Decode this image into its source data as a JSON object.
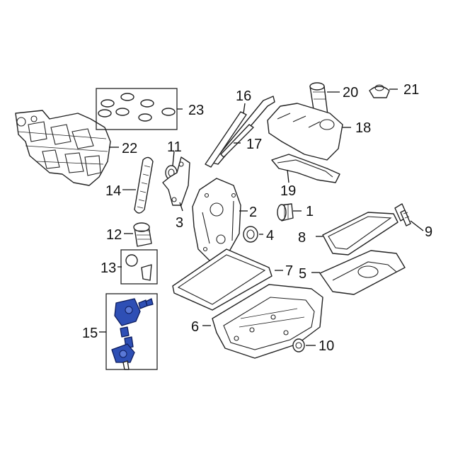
{
  "highlight_color": "#2e4fb5",
  "callouts": [
    {
      "id": "1",
      "label": "1"
    },
    {
      "id": "2",
      "label": "2"
    },
    {
      "id": "3",
      "label": "3"
    },
    {
      "id": "4",
      "label": "4"
    },
    {
      "id": "5",
      "label": "5"
    },
    {
      "id": "6",
      "label": "6"
    },
    {
      "id": "7",
      "label": "7"
    },
    {
      "id": "8",
      "label": "8"
    },
    {
      "id": "9",
      "label": "9"
    },
    {
      "id": "10",
      "label": "10"
    },
    {
      "id": "11",
      "label": "11"
    },
    {
      "id": "12",
      "label": "12"
    },
    {
      "id": "13",
      "label": "13"
    },
    {
      "id": "14",
      "label": "14"
    },
    {
      "id": "15",
      "label": "15"
    },
    {
      "id": "16",
      "label": "16"
    },
    {
      "id": "17",
      "label": "17"
    },
    {
      "id": "18",
      "label": "18"
    },
    {
      "id": "19",
      "label": "19"
    },
    {
      "id": "20",
      "label": "20"
    },
    {
      "id": "21",
      "label": "21"
    },
    {
      "id": "22",
      "label": "22"
    },
    {
      "id": "23",
      "label": "23"
    }
  ]
}
